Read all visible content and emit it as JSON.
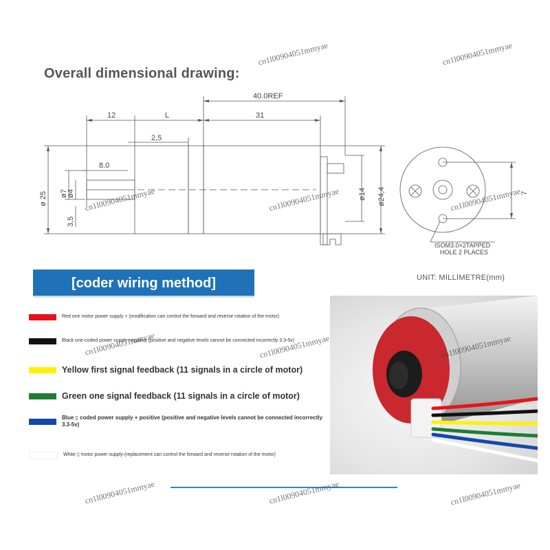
{
  "title": "Overall dimensional drawing:",
  "dimensions": {
    "ref": "40.0REF",
    "d12": "12",
    "dL": "L",
    "d31": "31",
    "d25": "2,5",
    "d80": "8.0",
    "phi25": "ø 25",
    "phi7": "ø7",
    "phi4": "ø4",
    "d35": "3,5",
    "phi14": "ø14",
    "phi244": "ø24,4",
    "d7": "7",
    "note_line1": "ISOM3.0×2TAPPED",
    "note_line2": "HOLE 2 PLACES"
  },
  "unit_label": "UNIT: MILLIMETRE(mm)",
  "section_header": "[coder wiring method]",
  "wires": [
    {
      "color": "#e8121b",
      "text": "Red one motor power supply + (modification can control the forward and reverse rotation of the motor)"
    },
    {
      "color": "#111111",
      "text": "Black one-coded power supply negative (positive and negative levels cannot be connected incorrectly 3.3-5v)"
    },
    {
      "color": "#fff200",
      "text": "Yellow first signal feedback (11 signals in a circle of motor)"
    },
    {
      "color": "#1e7d33",
      "text": "Green one signal feedback (11 signals in a circle of motor)"
    },
    {
      "color": "#1548a8",
      "text": "Blue ▯ coded power supply + positive (positive and negative levels cannot be connected incorrectly 3.3-5v)"
    },
    {
      "color": "#ffffff",
      "text": "White ▯ motor power supply-(replacement can control the forward and reverse rotation of the motor)"
    }
  ],
  "watermark": "cn1l00904051mmyae",
  "colors": {
    "banner": "#1f72b8",
    "rule": "#2a86c9"
  }
}
